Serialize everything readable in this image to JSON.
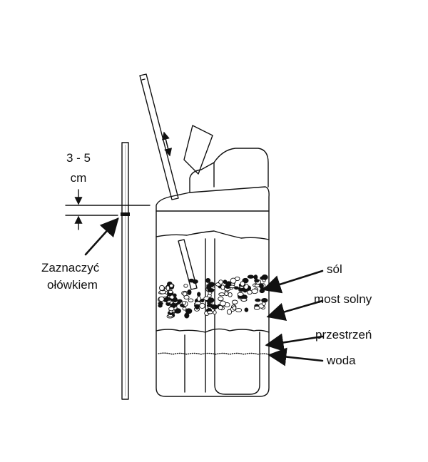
{
  "labels": {
    "measure_top": "3 - 5",
    "measure_unit": "cm",
    "pencil_note_line1": "Zaznaczyć",
    "pencil_note_line2": "ołówkiem",
    "salt": "sól",
    "salt_bridge": "most solny",
    "gap": "przestrzeń",
    "water": "woda"
  },
  "colors": {
    "ink": "#111111",
    "background": "#ffffff",
    "hatch": "#888888"
  },
  "icons": {
    "arrow": "arrow-icon",
    "double_arrow": "up-down-arrow-icon"
  }
}
